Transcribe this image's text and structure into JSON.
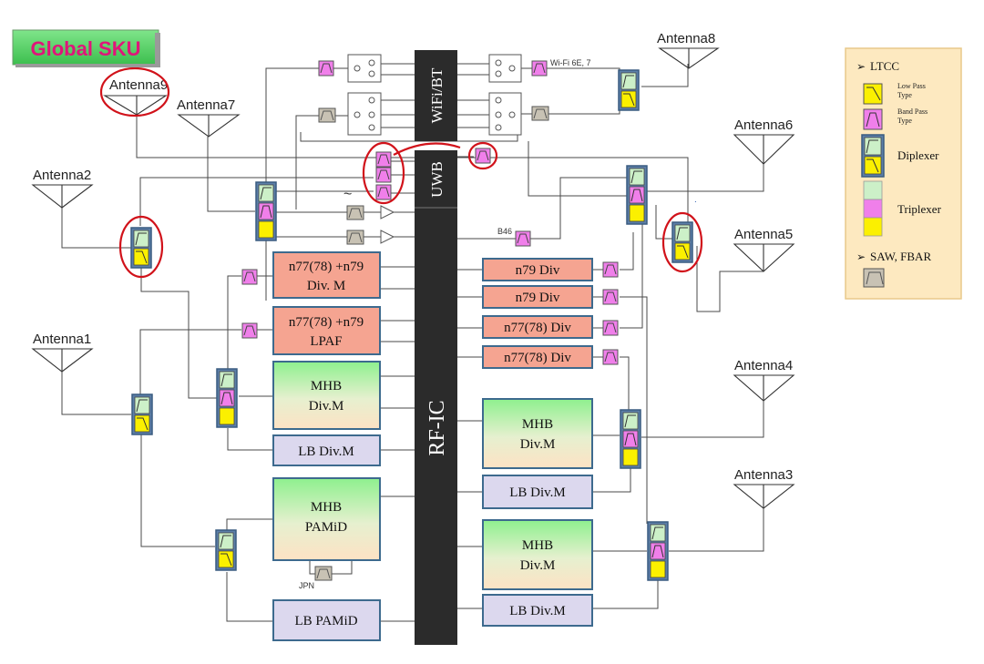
{
  "title": "Global SKU",
  "antennas": [
    "Antenna9",
    "Antenna7",
    "Antenna8",
    "Antenna6",
    "Antenna2",
    "Antenna5",
    "Antenna1",
    "Antenna4",
    "Antenna3"
  ],
  "chips": {
    "wifi": "WiFi/BT",
    "uwb": "UWB",
    "rfic": "RF-IC"
  },
  "labels": {
    "wifi6e": "Wi-Fi 6E, 7",
    "b46": "B46",
    "jpn": "JPN"
  },
  "left_blocks": {
    "n77_div_l1": "n77(78) +n79",
    "n77_div_l2": "Div. M",
    "n77_lpaf_l1": "n77(78) +n79",
    "n77_lpaf_l2": "LPAF",
    "mhb_div_l1": "MHB",
    "mhb_div_l2": "Div.M",
    "lb_div": "LB Div.M",
    "mhb_pamid_l1": "MHB",
    "mhb_pamid_l2": "PAMiD",
    "lb_pamid": "LB PAMiD"
  },
  "right_blocks": {
    "n79_div_1": "n79 Div",
    "n79_div_2": "n79 Div",
    "n77_div_1": "n77(78) Div",
    "n77_div_2": "n77(78) Div",
    "mhb_div1_l1": "MHB",
    "mhb_div1_l2": "Div.M",
    "lb_div1": "LB Div.M",
    "mhb_div2_l1": "MHB",
    "mhb_div2_l2": "Div.M",
    "lb_div2": "LB Div.M"
  },
  "legend": {
    "ltcc": "LTCC",
    "low_pass_l1": "Low Pass",
    "low_pass_l2": "Type",
    "band_pass_l1": "Band Pass",
    "band_pass_l2": "Type",
    "diplexer": "Diplexer",
    "triplexer": "Triplexer",
    "saw": "SAW, FBAR"
  },
  "colors": {
    "title_bg": "#5ecf6a",
    "title_text": "#e0157a",
    "rf_chip": "#2b2b2b",
    "filter_yellow": "#fbf000",
    "filter_pink": "#f07fea",
    "filter_green": "#ccf0c8",
    "saw_gray": "#c8c2b4",
    "block_salmon": "#f5a491",
    "block_lavender": "#dcd8ee",
    "legend_bg": "#fde9c0",
    "highlight_red": "#d1121a"
  }
}
